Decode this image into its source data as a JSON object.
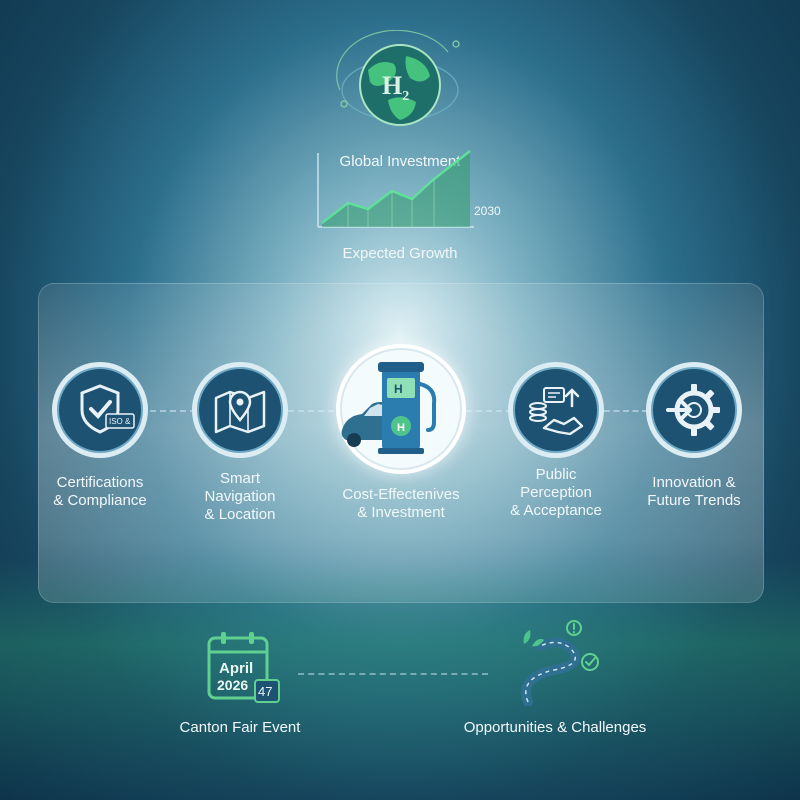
{
  "top": {
    "globe_icon": "hydrogen-globe-icon",
    "h2_text": "H",
    "h2_sub": "2",
    "investment_label": "Global Investment",
    "year_label": "2030",
    "growth_label": "Expected Growth"
  },
  "steps": [
    {
      "label_lines": [
        "Certifications",
        "& Compliance"
      ],
      "icon": "shield-check-icon",
      "badge": "ISO &"
    },
    {
      "label_lines": [
        "Smart",
        "Navigation",
        "& Location"
      ],
      "icon": "map-pin-icon"
    },
    {
      "label_lines": [
        "Cost-Effectenives",
        "& Investment"
      ],
      "icon": "hydrogen-pump-car-icon",
      "pump_text": "H"
    },
    {
      "label_lines": [
        "Public",
        "Perception",
        "& Acceptance"
      ],
      "icon": "handshake-coins-icon"
    },
    {
      "label_lines": [
        "Innovation &",
        "Future Trends"
      ],
      "icon": "gear-arrow-icon"
    }
  ],
  "bottom": {
    "calendar_month": "April",
    "calendar_year": "2026",
    "calendar_day": "47",
    "event_label": "Canton Fair Event",
    "road_icon": "winding-road-icon",
    "opportunities_label": "Opportunities & Challenges"
  },
  "colors": {
    "accent_green": "#3fc07a",
    "node_blue": "#1d5273",
    "ring": "#dcecf3"
  }
}
